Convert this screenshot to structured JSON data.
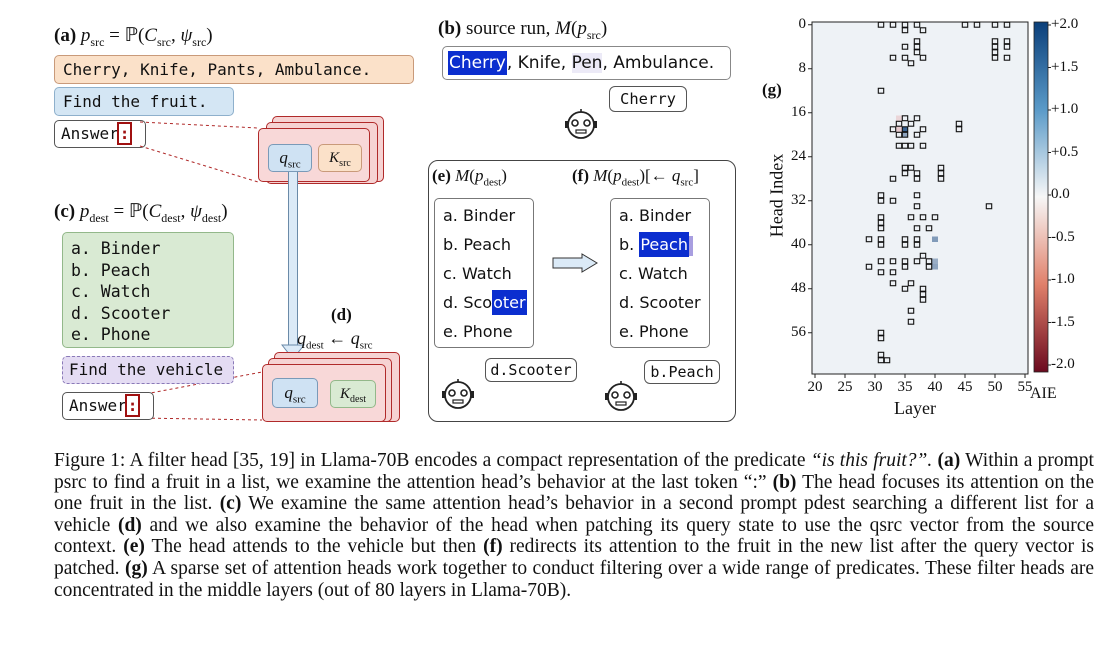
{
  "panel_a": {
    "label": "(a)",
    "equation": "psrc = ℙ(Csrc, ψsrc)",
    "items_text": "Cherry, Knife, Pants, Ambulance.",
    "instruction": "Find the fruit.",
    "answer_label": "Answer",
    "colon": ":",
    "q_label": "qsrc",
    "k_label": "Ksrc"
  },
  "panel_b": {
    "label": "(b)",
    "title": "source run, M(psrc)",
    "words": [
      "Cherry",
      ", Knife, ",
      "Pen",
      ", Ambulance."
    ],
    "bubble": "Cherry"
  },
  "panel_c": {
    "label": "(c)",
    "equation": "pdest = ℙ(Cdest, ψdest)",
    "options": [
      "a. Binder",
      "b. Peach",
      "c. Watch",
      "d. Scooter",
      "e. Phone"
    ],
    "instruction": "Find the vehicle",
    "answer_label": "Answer",
    "colon": ":",
    "q_label": "qsrc",
    "k_label": "Kdest"
  },
  "panel_d": {
    "label": "(d)",
    "equation": "qdest ← qsrc"
  },
  "panel_e": {
    "label": "(e)",
    "title": "M(pdest)",
    "options": [
      "a. Binder",
      "b. Peach",
      "c. Watch",
      "d. Sco",
      "oter",
      "e. Phone"
    ],
    "bubble": "d.Scooter"
  },
  "panel_f": {
    "label": "(f)",
    "title": "M(pdest)[← qsrc]",
    "options": [
      "a. Binder",
      "b. ",
      "Peach",
      "c. Watch",
      "d. Scooter",
      "e. Phone"
    ],
    "bubble": "b.Peach"
  },
  "panel_g": {
    "label": "(g)",
    "ylabel": "Head Index",
    "xlabel": "Layer",
    "colorbar_label": "AIE",
    "y_ticks": [
      "0",
      "8",
      "16",
      "24",
      "32",
      "40",
      "48",
      "56"
    ],
    "x_ticks": [
      "20",
      "25",
      "30",
      "35",
      "40",
      "45",
      "50",
      "55"
    ],
    "cbar_ticks": [
      "+2.0",
      "+1.5",
      "+1.0",
      "+0.5",
      "0.0",
      "-0.5",
      "-1.0",
      "-1.5",
      "-2.0"
    ],
    "colors": {
      "pos": "#0b3f7a",
      "neg": "#6b0a1f",
      "mid": "#f7f7f7"
    }
  },
  "chart_data": {
    "type": "heatmap",
    "title": "",
    "xlabel": "Layer",
    "ylabel": "Head Index",
    "xlim": [
      20,
      55
    ],
    "ylim": [
      0,
      63
    ],
    "clim": [
      -2.0,
      2.0
    ],
    "colorbar_label": "AIE",
    "highlighted_cells": [
      [
        31,
        0
      ],
      [
        33,
        0
      ],
      [
        35,
        0
      ],
      [
        37,
        0
      ],
      [
        45,
        0
      ],
      [
        47,
        0
      ],
      [
        50,
        0
      ],
      [
        52,
        0
      ],
      [
        35,
        1
      ],
      [
        38,
        1
      ],
      [
        37,
        3
      ],
      [
        50,
        3
      ],
      [
        52,
        3
      ],
      [
        35,
        4
      ],
      [
        37,
        4
      ],
      [
        50,
        4
      ],
      [
        52,
        4
      ],
      [
        37,
        5
      ],
      [
        50,
        5
      ],
      [
        33,
        6
      ],
      [
        35,
        6
      ],
      [
        38,
        6
      ],
      [
        50,
        6
      ],
      [
        52,
        6
      ],
      [
        36,
        7
      ],
      [
        31,
        12
      ],
      [
        35,
        17
      ],
      [
        37,
        17
      ],
      [
        34,
        18
      ],
      [
        36,
        18
      ],
      [
        44,
        18
      ],
      [
        33,
        19
      ],
      [
        35,
        19
      ],
      [
        38,
        19
      ],
      [
        44,
        19
      ],
      [
        34,
        20
      ],
      [
        35,
        20
      ],
      [
        37,
        20
      ],
      [
        34,
        22
      ],
      [
        35,
        22
      ],
      [
        36,
        22
      ],
      [
        38,
        22
      ],
      [
        35,
        26
      ],
      [
        36,
        26
      ],
      [
        41,
        26
      ],
      [
        35,
        27
      ],
      [
        37,
        27
      ],
      [
        41,
        27
      ],
      [
        33,
        28
      ],
      [
        37,
        28
      ],
      [
        41,
        28
      ],
      [
        31,
        31
      ],
      [
        37,
        31
      ],
      [
        31,
        32
      ],
      [
        33,
        32
      ],
      [
        37,
        33
      ],
      [
        49,
        33
      ],
      [
        31,
        35
      ],
      [
        36,
        35
      ],
      [
        38,
        35
      ],
      [
        40,
        35
      ],
      [
        31,
        36
      ],
      [
        31,
        37
      ],
      [
        37,
        37
      ],
      [
        39,
        37
      ],
      [
        29,
        39
      ],
      [
        31,
        39
      ],
      [
        35,
        39
      ],
      [
        37,
        39
      ],
      [
        31,
        40
      ],
      [
        35,
        40
      ],
      [
        37,
        40
      ],
      [
        38,
        42
      ],
      [
        31,
        43
      ],
      [
        33,
        43
      ],
      [
        35,
        43
      ],
      [
        37,
        43
      ],
      [
        39,
        43
      ],
      [
        29,
        44
      ],
      [
        35,
        44
      ],
      [
        39,
        44
      ],
      [
        31,
        45
      ],
      [
        33,
        45
      ],
      [
        33,
        47
      ],
      [
        36,
        47
      ],
      [
        35,
        48
      ],
      [
        38,
        48
      ],
      [
        38,
        49
      ],
      [
        38,
        50
      ],
      [
        36,
        52
      ],
      [
        36,
        54
      ],
      [
        31,
        56
      ],
      [
        31,
        57
      ],
      [
        31,
        60
      ],
      [
        31,
        61
      ],
      [
        32,
        61
      ]
    ],
    "strong_cells": [
      [
        35,
        19,
        1.6
      ],
      [
        35,
        20,
        0.9
      ],
      [
        34,
        19,
        -0.4
      ],
      [
        40,
        39,
        1.0
      ],
      [
        40,
        43,
        0.8
      ],
      [
        40,
        44,
        0.9
      ],
      [
        34,
        17,
        -0.3
      ]
    ]
  },
  "caption": {
    "figure_label": "Figure 1:",
    "text_1": "A filter head [35, 19] in Llama-70B encodes a compact representation of the predicate",
    "quote": "“is this fruit?”.",
    "a_label": "(a)",
    "a_text": "Within a prompt psrc to find a fruit in a list, we examine the attention head’s behavior at the last token “:”",
    "b_label": "(b)",
    "b_text": "The head focuses its attention on the one fruit in the list.",
    "c_label": "(c)",
    "c_text": "We examine the same attention head’s behavior in a second prompt pdest searching a different list for a vehicle",
    "d_label": "(d)",
    "d_text": "and we also examine the behavior of the head when patching its query state to use the qsrc vector from the source context.",
    "e_label": "(e)",
    "e_text": "The head attends to the vehicle but then",
    "f_label": "(f)",
    "f_text": "redirects its attention to the fruit in the new list after the query vector is patched.",
    "g_label": "(g)",
    "g_text": "A sparse set of attention heads work together to conduct filtering over a wide range of predicates. These filter heads are concentrated in the middle layers (out of 80 layers in Llama-70B)."
  }
}
